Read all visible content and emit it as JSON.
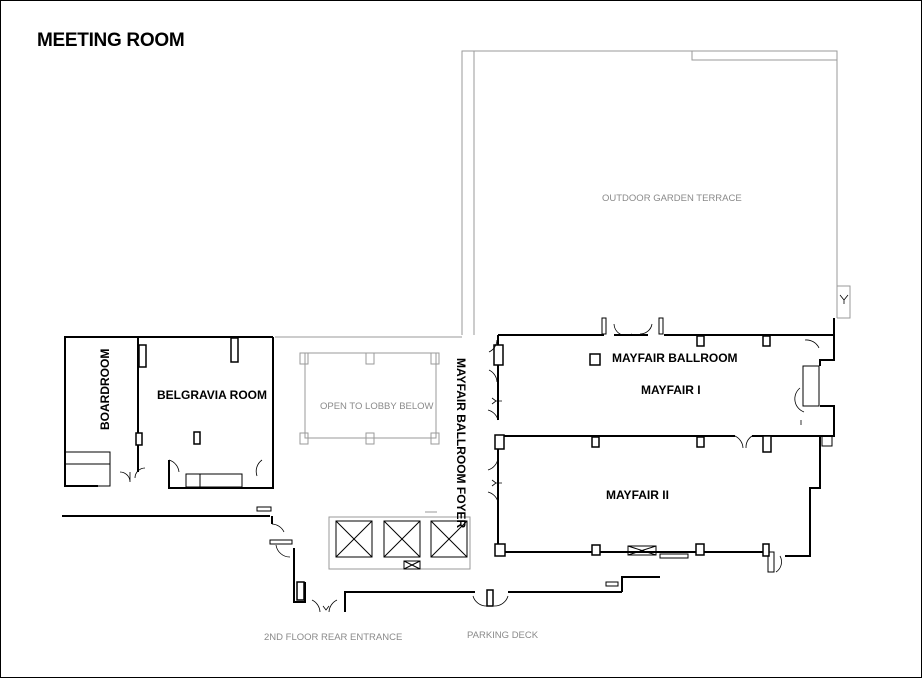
{
  "title": "MEETING ROOM",
  "rooms": {
    "boardroom": "BOARDROOM",
    "belgravia": "BELGRAVIA ROOM",
    "mayfair_ballroom": "MAYFAIR BALLROOM",
    "mayfair_1": "MAYFAIR I",
    "mayfair_2": "MAYFAIR II",
    "foyer": "MAYFAIR BALLROOM FOYER"
  },
  "areas": {
    "terrace": "OUTDOOR GARDEN TERRACE",
    "lobby": "OPEN TO LOBBY BELOW",
    "rear_entrance": "2ND FLOOR REAR ENTRANCE",
    "parking": "PARKING DECK"
  },
  "colors": {
    "wall": "#000000",
    "secondary": "#8a8a8a",
    "background": "#ffffff"
  }
}
